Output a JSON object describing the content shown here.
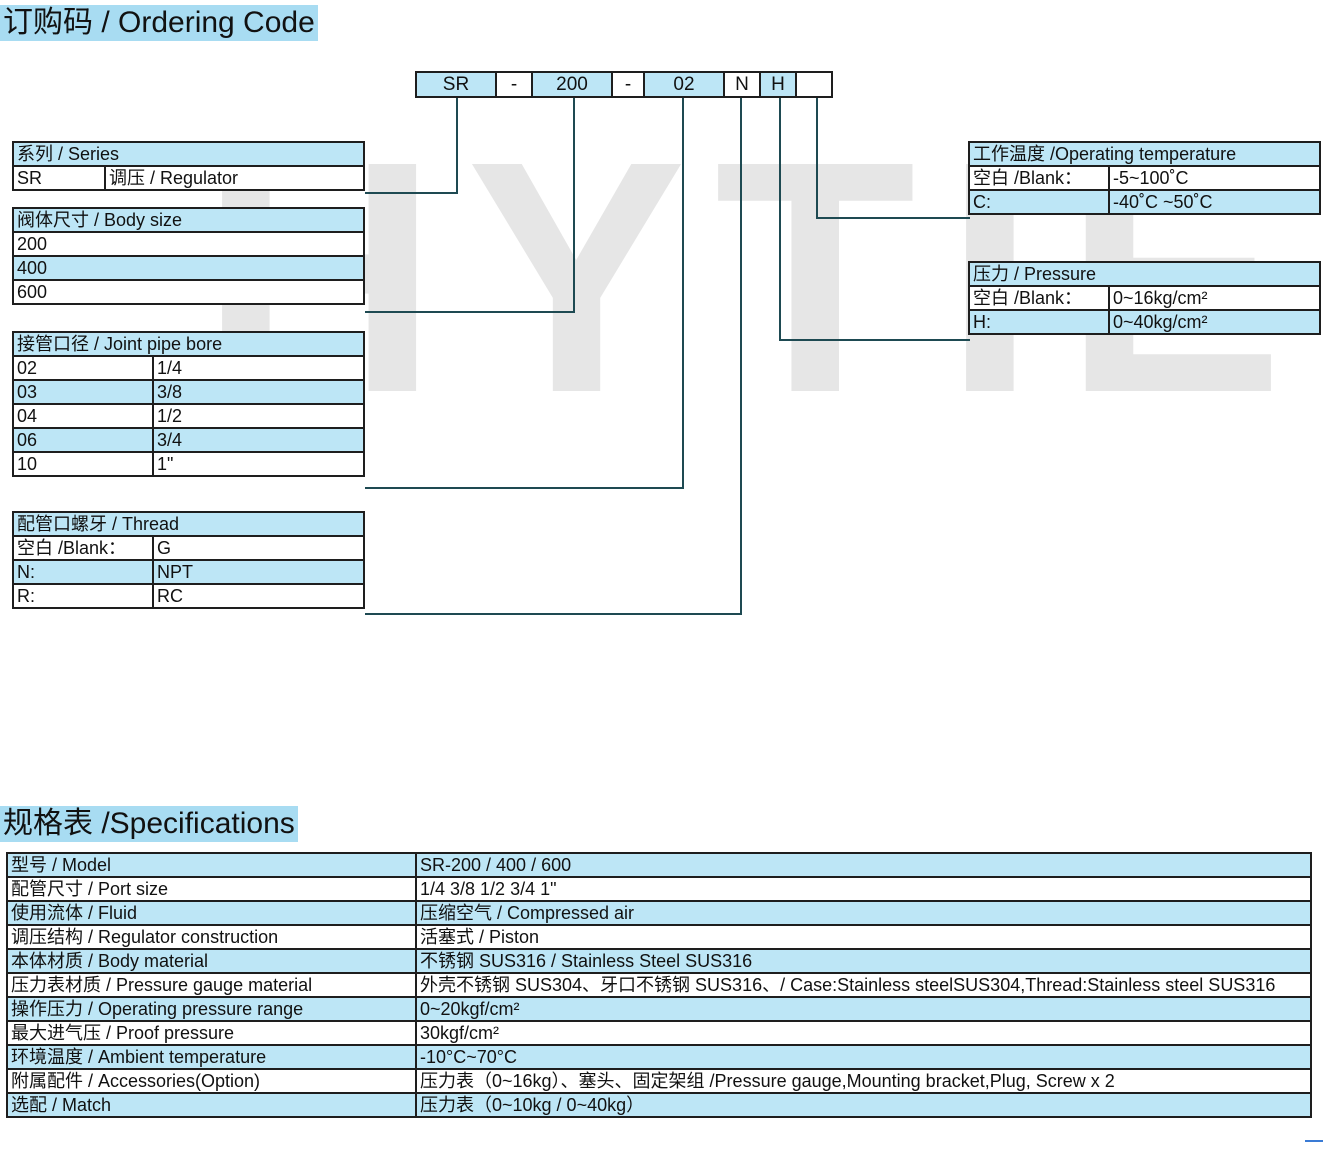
{
  "watermark": "HYTIE",
  "ordering": {
    "title": "订购码 / Ordering Code",
    "code_boxes": [
      "SR",
      "-",
      "200",
      "-",
      "02",
      "N",
      "H",
      ""
    ],
    "series": {
      "header": "系列 / Series",
      "rows": [
        [
          "SR",
          "调压 / Regulator"
        ]
      ]
    },
    "body_size": {
      "header": "阀体尺寸 / Body size",
      "rows": [
        "200",
        "400",
        "600"
      ]
    },
    "joint_bore": {
      "header": "接管口径 / Joint pipe bore",
      "rows": [
        [
          "02",
          "1/4"
        ],
        [
          "03",
          "3/8"
        ],
        [
          "04",
          "1/2"
        ],
        [
          "06",
          "3/4"
        ],
        [
          "10",
          "1\""
        ]
      ]
    },
    "thread": {
      "header": "配管口螺牙 / Thread",
      "rows": [
        [
          "空白 /Blank：",
          "G"
        ],
        [
          "N:",
          "NPT"
        ],
        [
          "R:",
          "RC"
        ]
      ]
    },
    "temperature": {
      "header": "工作温度 /Operating temperature",
      "rows": [
        [
          "空白 /Blank：",
          "-5~100˚C"
        ],
        [
          "C:",
          "-40˚C ~50˚C"
        ]
      ]
    },
    "pressure": {
      "header": "压力 / Pressure",
      "rows": [
        [
          "空白 /Blank：",
          "0~16kg/cm²"
        ],
        [
          "H:",
          "0~40kg/cm²"
        ]
      ]
    }
  },
  "specifications": {
    "title": "规格表 /Specifications",
    "rows": [
      [
        "型号 / Model",
        "SR-200 / 400 / 600"
      ],
      [
        "配管尺寸 / Port size",
        "1/4  3/8  1/2  3/4  1\""
      ],
      [
        "使用流体 / Fluid",
        "压缩空气 / Compressed air"
      ],
      [
        "调压结构 / Regulator construction",
        "活塞式 / Piston"
      ],
      [
        "本体材质 / Body material",
        "不锈钢 SUS316 / Stainless Steel SUS316"
      ],
      [
        "压力表材质 /  Pressure gauge material",
        "外壳不锈钢 SUS304、牙口不锈钢 SUS316、/ Case:Stainless steelSUS304,Thread:Stainless steel SUS316"
      ],
      [
        "操作压力 / Operating pressure range",
        "0~20kgf/cm²"
      ],
      [
        "最大进气压 / Proof pressure",
        "30kgf/cm²"
      ],
      [
        "环境温度 / Ambient temperature",
        "-10°C~70°C"
      ],
      [
        "附属配件 / Accessories(Option)",
        "压力表（0~16kg）、塞头、固定架组 /Pressure gauge,Mounting bracket,Plug, Screw x 2"
      ],
      [
        "选配 / Match",
        "压力表（0~10kg / 0~40kg）"
      ]
    ]
  },
  "colors": {
    "highlight": "#bde6f6",
    "title_bg": "#a8dcf2",
    "line": "#1e4a52",
    "watermark": "#e6e6e6"
  }
}
